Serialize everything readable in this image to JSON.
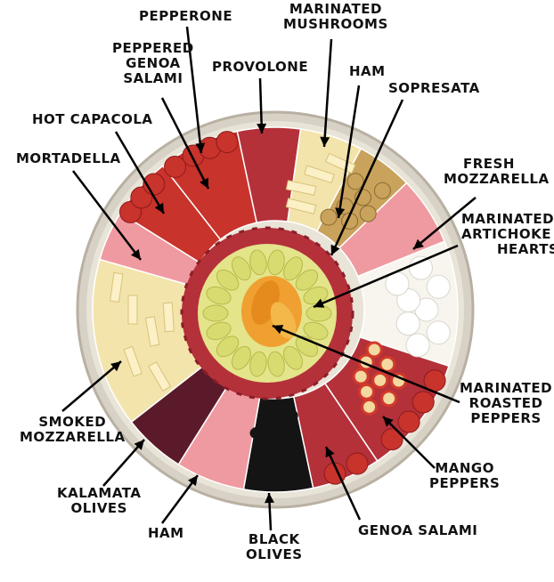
{
  "labels": {
    "pepperone": "PEPPERONE",
    "mushrooms_1": "MARINATED",
    "mushrooms_2": "MUSHROOMS",
    "peppered_1": "PEPPERED",
    "peppered_2": "GENOA",
    "peppered_3": "SALAMI",
    "provolone": "PROVOLONE",
    "ham_top": "HAM",
    "sopresata": "SOPRESATA",
    "hot_capacola": "HOT CAPACOLA",
    "mortadella": "MORTADELLA",
    "fresh_mozz_1": "FRESH",
    "fresh_mozz_2": "MOZZARELLA",
    "artichoke_1": "MARINATED",
    "artichoke_2": "ARTICHOKE",
    "artichoke_3": "HEARTS",
    "roasted_1": "MARINATED",
    "roasted_2": "ROASTED",
    "roasted_3": "PEPPERS",
    "smoked_1": "SMOKED",
    "smoked_2": "MOZZARELLA",
    "mango_1": "MANGO",
    "mango_2": "PEPPERS",
    "kalamata_1": "KALAMATA",
    "kalamata_2": "OLIVES",
    "ham_bottom": "HAM",
    "black_1": "BLACK",
    "black_2": "OLIVES",
    "genoa": "GENOA SALAMI"
  },
  "colors": {
    "platter_rim": "#d8d2c6",
    "salami": "#b4313a",
    "pepperoni": "#c8332c",
    "ham": "#ef9aa0",
    "cheese": "#f3e4ac",
    "mozzarella": "#f7f5ee",
    "artichoke": "#e4e48a",
    "roasted_pepper": "#f0a030",
    "black_olive": "#141414",
    "kalamata": "#5b1a2a",
    "mushroom": "#c9a25c",
    "mango_pepper": "#f3d8a0",
    "callout_line": "#000000"
  }
}
